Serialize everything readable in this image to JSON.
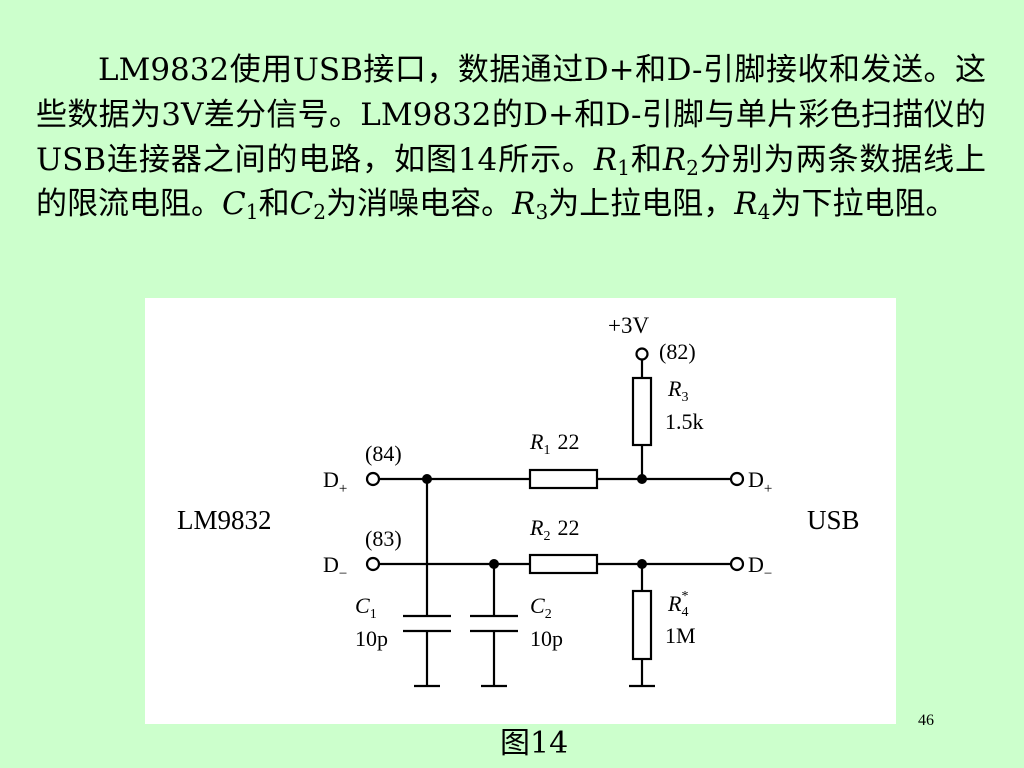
{
  "paragraph": {
    "s1": "LM9832使用USB接口，数据通过D+和D-引脚接收和发送。这些数据为3V差分信号。LM9832的D+和D-引脚与单片彩色扫描仪的USB连接器之间的电路，如图14所示。",
    "r_sym": "R",
    "r1_sub": "1",
    "and": "和",
    "r2_sub": "2",
    "s2": "分别为两条数据线上的限流电阻。",
    "c_sym": "C",
    "c1_sub": "1",
    "c2_sub": "2",
    "s3": "为消噪电容。",
    "r3_sub": "3",
    "s4": "为上拉电阻，",
    "r4_sub": "4",
    "s5": "为下拉电阻。"
  },
  "diagram": {
    "left_chip": "LM9832",
    "right_connector": "USB",
    "supply": "+3V",
    "supply_pin": "(82)",
    "pin_dplus": "(84)",
    "pin_dminus": "(83)",
    "d_letter": "D",
    "plus_sign": "+",
    "minus_sign": "−",
    "r_letter": "R",
    "c_letter": "C",
    "star": "*",
    "r1_sub": "1",
    "r1_value": "22",
    "r2_sub": "2",
    "r2_value": "22",
    "r3_sub": "3",
    "r3_value": "1.5k",
    "r4_sub": "4",
    "r4_value": "1M",
    "c1_sub": "1",
    "c1_value": "10p",
    "c2_sub": "2",
    "c2_value": "10p"
  },
  "page_number": "46",
  "caption": "图14"
}
